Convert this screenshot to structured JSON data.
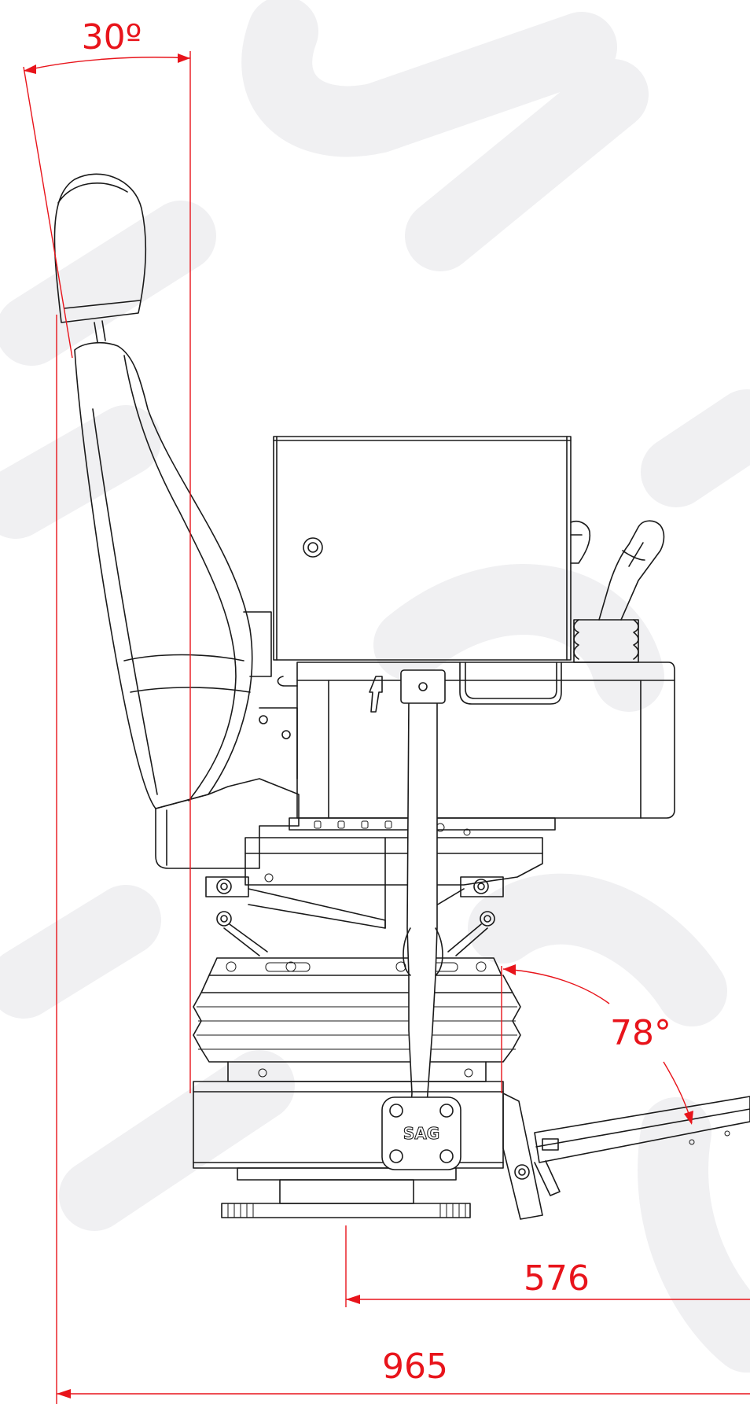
{
  "dimensions": {
    "backrest_angle": "30º",
    "platform_angle": "78°",
    "pedal_reach": "576",
    "overall_width": "965"
  },
  "brand_mark": "SAG",
  "colors": {
    "dimension": "#e8141b",
    "outline": "#1a1a1a",
    "watermark": "#f0f0f2",
    "background": "#ffffff"
  }
}
